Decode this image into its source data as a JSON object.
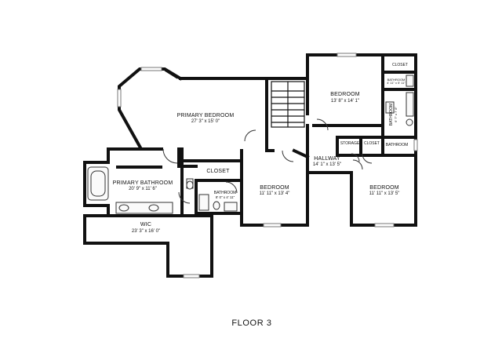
{
  "floor_label": "FLOOR 3",
  "rooms": {
    "primary_bedroom": {
      "name": "PRIMARY BEDROOM",
      "dims": "27' 3\" x 15' 0\""
    },
    "primary_bathroom": {
      "name": "PRIMARY BATHROOM",
      "dims": "20' 9\" x 11' 6\""
    },
    "wic": {
      "name": "WIC",
      "dims": "23' 3\" x 16' 0\""
    },
    "closet_center": {
      "name": "CLOSET"
    },
    "bathroom_small": {
      "name": "BATHROOM",
      "dims": "8' 0\" x 4' 11\""
    },
    "bedroom_center": {
      "name": "BEDROOM",
      "dims": "11' 11\" x 13' 4\""
    },
    "hallway": {
      "name": "HALLWAY",
      "dims": "14' 1\" x 13' 5\""
    },
    "bedroom_top": {
      "name": "BEDROOM",
      "dims": "13' 8\" x 14' 1\""
    },
    "closet_top": {
      "name": "CLOSET"
    },
    "bathroom_tiny": {
      "name": "BATHROOM",
      "dims": "4' 11\" x 5' 11\""
    },
    "bathroom_vertical": {
      "name": "BATHROOM",
      "dims": "6' 7\" x 7' 8\""
    },
    "storage": {
      "name": "STORAGE"
    },
    "closet_hall": {
      "name": "CLOSET"
    },
    "bathroom_hall": {
      "name": "BATHROOM"
    },
    "bedroom_right": {
      "name": "BEDROOM",
      "dims": "11' 11\" x 13' 5\""
    }
  }
}
